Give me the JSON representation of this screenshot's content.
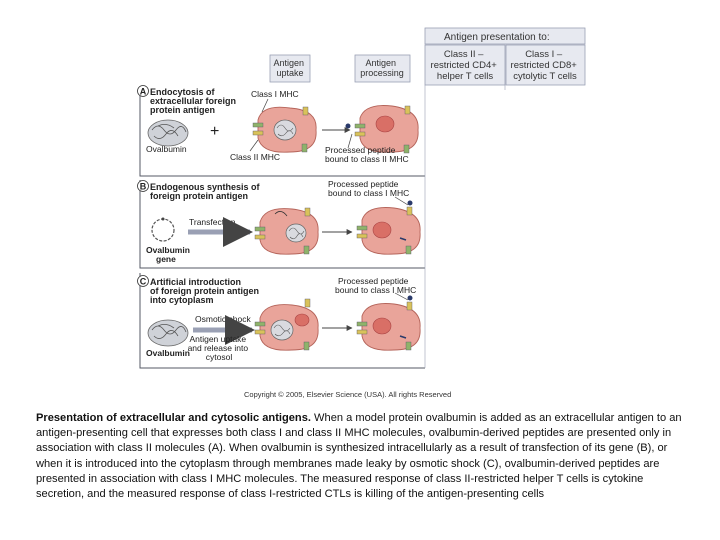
{
  "header": {
    "antigen_presentation_to": "Antigen presentation to:",
    "class_ii_lines": [
      "Class II –",
      "restricted CD4+",
      "helper T cells"
    ],
    "class_i_lines": [
      "Class I –",
      "restricted CD8+",
      "cytolytic T cells"
    ],
    "uptake_lines": [
      "Antigen",
      "uptake"
    ],
    "processing_lines": [
      "Antigen",
      "processing"
    ]
  },
  "panels": [
    {
      "letter": "A",
      "title_lines": [
        "Endocytosis of",
        "extracellular foreign",
        "protein antigen"
      ],
      "source_label": "Ovalbumin",
      "operator": "+",
      "mhc_top": "Class I MHC",
      "mhc_bottom": "Class II MHC",
      "result_lines": [
        "Processed peptide",
        "bound to class II MHC"
      ]
    },
    {
      "letter": "B",
      "title_lines": [
        "Endogenous synthesis of",
        "foreign protein antigen"
      ],
      "method_label": "Transfection",
      "source_lines": [
        "Ovalbumin",
        "gene"
      ],
      "result_lines": [
        "Processed peptide",
        "bound to class I MHC"
      ]
    },
    {
      "letter": "C",
      "title_lines": [
        "Artificial introduction",
        "of foreign protein antigen",
        "into cytoplasm"
      ],
      "method_label": "Osmotic shock",
      "source_label": "Ovalbumin",
      "method_sub_lines": [
        "Antigen uptake",
        "and release into",
        "cytosol"
      ],
      "result_lines": [
        "Processed peptide",
        "bound to class I MHC"
      ]
    }
  ],
  "copyright": "Copyright © 2005, Elsevier Science (USA). All rights Reserved",
  "caption": {
    "bold": "Presentation of extracellular and cytosolic antigens.",
    "text": " When a model protein ovalbumin is added as an extracellular antigen to an antigen-presenting cell that expresses both class I and class II MHC molecules, ovalbumin-derived peptides are presented only in association with class II molecules (A). When ovalbumin is synthesized intracellularly as a result of transfection of its gene (B), or when it is introduced into the cytoplasm through membranes made leaky by osmotic shock (C), ovalbumin-derived peptides are presented in association with class I MHC molecules. The measured response of class II-restricted helper T cells is cytokine secretion, and the measured response of class I-restricted CTLs is killing of the antigen-presenting cells"
  },
  "colors": {
    "cell_fill": "#e9a49a",
    "cell_stroke": "#b5645a",
    "nucleus_fill": "#d96f66",
    "mhc_green": "#8fb36a",
    "mhc_yellow": "#d9c25a",
    "header_fill": "#e7e9f0",
    "arrow": "#9aa0b4",
    "panel_line": "#555a66"
  }
}
